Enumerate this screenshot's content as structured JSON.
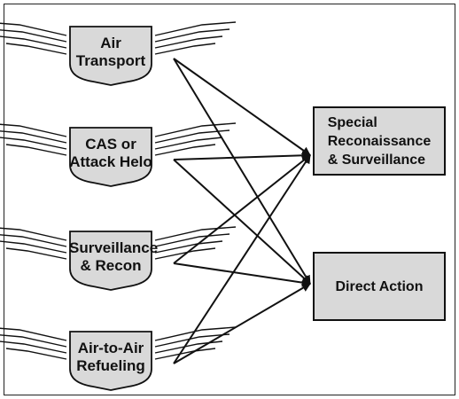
{
  "diagram": {
    "sources": [
      {
        "id": "air-transport",
        "label": "Air\nTransport"
      },
      {
        "id": "cas-attack-helo",
        "label": "CAS or\nAttack Helo"
      },
      {
        "id": "surveillance-recon",
        "label": "Surveillance\n& Recon"
      },
      {
        "id": "air-to-air-refueling",
        "label": "Air-to-Air\nRefueling"
      }
    ],
    "targets": [
      {
        "id": "special-recon",
        "label": "Special\nReconaissance\n& Surveillance"
      },
      {
        "id": "direct-action",
        "label": "Direct Action"
      }
    ],
    "edges": [
      {
        "from": "air-transport",
        "to": "special-recon"
      },
      {
        "from": "air-transport",
        "to": "direct-action"
      },
      {
        "from": "cas-attack-helo",
        "to": "special-recon"
      },
      {
        "from": "cas-attack-helo",
        "to": "direct-action"
      },
      {
        "from": "surveillance-recon",
        "to": "special-recon"
      },
      {
        "from": "surveillance-recon",
        "to": "direct-action"
      },
      {
        "from": "air-to-air-refueling",
        "to": "special-recon"
      },
      {
        "from": "air-to-air-refueling",
        "to": "direct-action"
      }
    ],
    "colors": {
      "box_fill": "#d9d9d9",
      "badge_fill": "#d9d9d9",
      "stroke": "#111111"
    }
  }
}
